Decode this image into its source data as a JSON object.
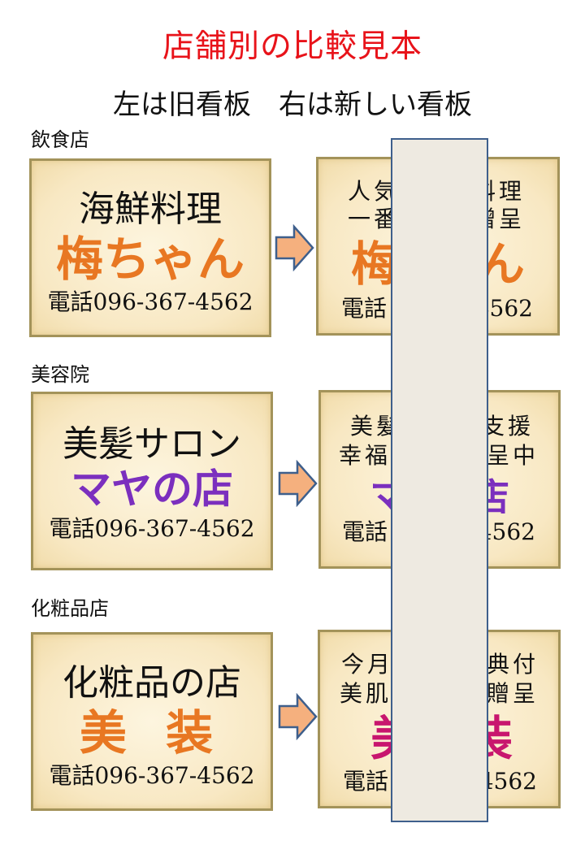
{
  "title": "店舗別の比較見本",
  "subtitle": "左は旧看板　右は新しい看板",
  "colors": {
    "title": "#e8131a",
    "orange": "#e87722",
    "purple": "#7b2fbe",
    "magenta": "#c8166e",
    "sign_border": "#a3935a",
    "arrow_fill": "#f5b07e",
    "arrow_stroke": "#3e5f8c",
    "mask_fill": "#eeeae1"
  },
  "sections": [
    {
      "category": "飲食店",
      "old": {
        "line1": "海鮮料理",
        "brand": "梅ちゃん",
        "phone": "電話096-367-4562"
      },
      "new": {
        "line1_left": "人気",
        "line1_right": "料理",
        "line2_left": "一番",
        "line2_right": "贈呈",
        "brand_left": "梅",
        "brand_right": "ん",
        "phone_left": "電話",
        "phone_right": "4562"
      }
    },
    {
      "category": "美容院",
      "old": {
        "line1": "美髪サロン",
        "brand": "マヤの店",
        "phone": "電話096-367-4562"
      },
      "new": {
        "line1_left": "美髪",
        "line1_right": "支援",
        "line2_left": "幸福",
        "line2_right": "呈中",
        "brand_left": "マ",
        "brand_right": "店",
        "phone_left": "電話",
        "phone_right": "4562"
      }
    },
    {
      "category": "化粧品店",
      "old": {
        "line1": "化粧品の店",
        "brand": "美 装",
        "phone": "電話096-367-4562"
      },
      "new": {
        "line1_left": "今月",
        "line1_right": "典付",
        "line2_left": "美肌",
        "line2_right": "贈呈",
        "brand_left": "美",
        "brand_right": "装",
        "phone_left": "電話",
        "phone_right": "4562"
      }
    }
  ]
}
